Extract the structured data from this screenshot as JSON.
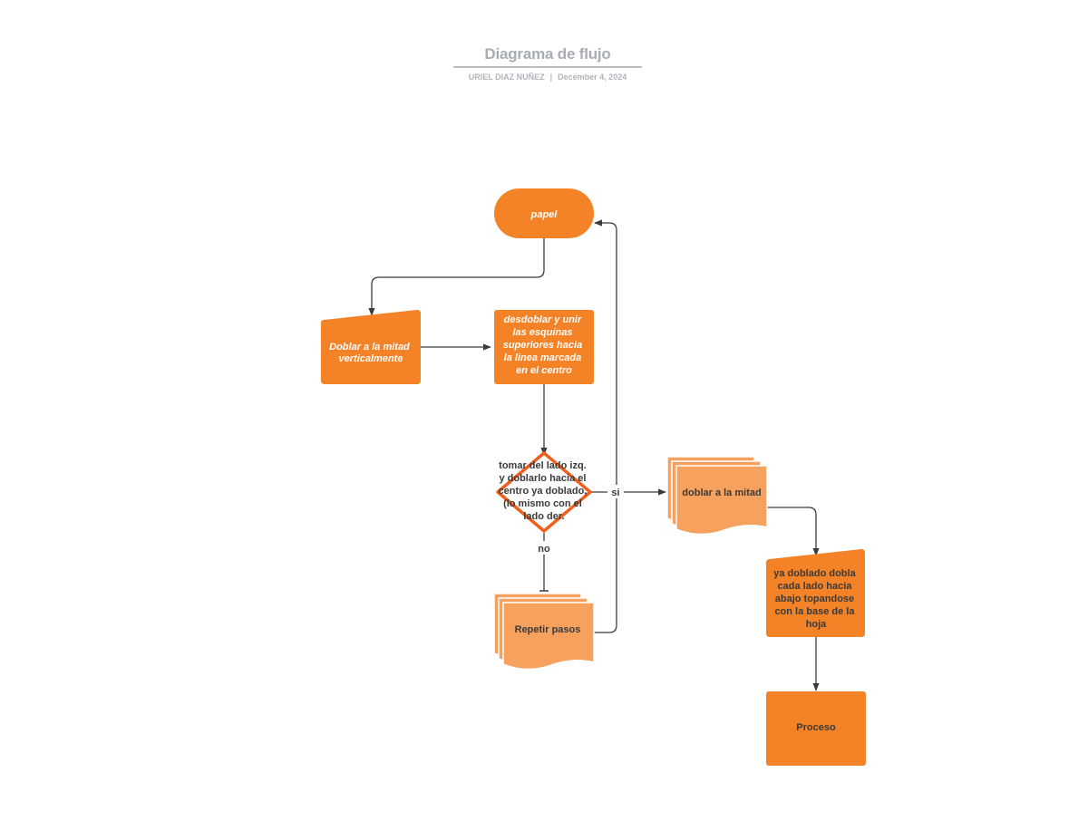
{
  "header": {
    "title": "Diagrama de flujo",
    "author": "URIEL DIAZ NUÑEZ",
    "separator": "|",
    "date": "December 4, 2024"
  },
  "colors": {
    "primary": "#f48226",
    "secondary": "#f7a15e",
    "line": "#3b3b3b"
  },
  "nodes": {
    "papel": {
      "lines": [
        "papel"
      ]
    },
    "doblar_mitad_vertical": {
      "lines": [
        "Doblar a la mitad",
        "verticalmente"
      ]
    },
    "desdoblar": {
      "lines": [
        "desdoblar y unir",
        "las esquinas",
        "superiores hacia",
        "la linea marcada",
        "en el centro"
      ]
    },
    "decision": {
      "lines": [
        "tomar del lado izq.",
        "y doblarlo hacia el",
        "centro ya doblado,",
        "(lo mismo con el",
        "lado der."
      ]
    },
    "repetir": {
      "lines": [
        "Repetir pasos"
      ]
    },
    "doblar_mitad": {
      "lines": [
        "doblar a la mitad"
      ]
    },
    "ya_doblado": {
      "lines": [
        "ya doblado dobla",
        "cada lado  hacia",
        "abajo topandose",
        "con la base de la",
        "hoja"
      ]
    },
    "proceso": {
      "lines": [
        "Proceso"
      ]
    }
  },
  "edge_labels": {
    "yes": "si",
    "no": "no"
  }
}
